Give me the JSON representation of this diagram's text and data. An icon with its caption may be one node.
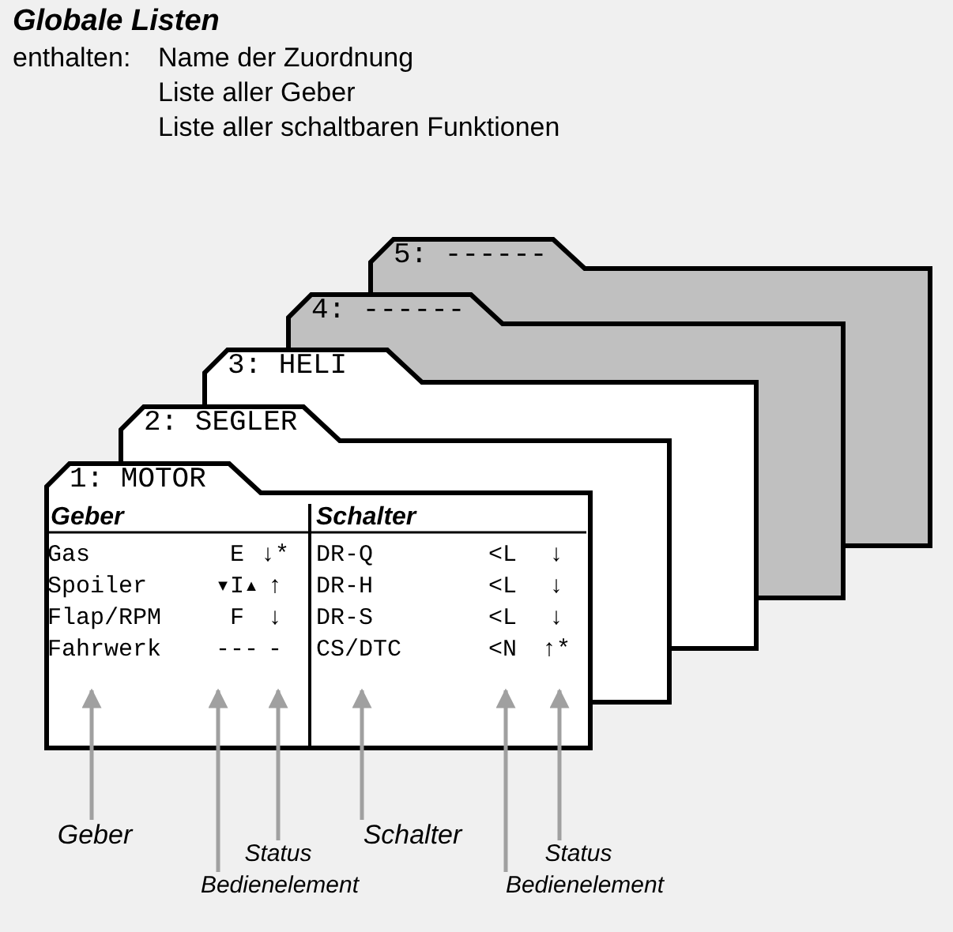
{
  "diagram": {
    "title": "Globale Listen",
    "nodes": [
      {
        "text": [
          "5: ------"
        ]
      },
      {
        "text": [
          "4: ------"
        ]
      },
      {
        "text": [
          "3: HELI"
        ]
      },
      {
        "text": [
          "2: SEGLER"
        ]
      },
      {
        "text": [
          "1: MOTOR"
        ]
      },
      {
        "text": [
          "Geber"
        ]
      },
      {
        "text": [
          "Status"
        ]
      },
      {
        "text": [
          "Bedienelement"
        ]
      },
      {
        "text": [
          "Schalter"
        ]
      },
      {
        "text": [
          "Status"
        ]
      },
      {
        "text": [
          "Bedienelement"
        ]
      }
    ],
    "edges": [
      {
        "from": 5,
        "to": 4,
        "arrow": "to"
      },
      {
        "from": 7,
        "to": 4,
        "arrow": "to"
      },
      {
        "from": 6,
        "to": 4,
        "arrow": "to"
      },
      {
        "from": 8,
        "to": 4,
        "arrow": "to"
      },
      {
        "from": 10,
        "to": 4,
        "arrow": "to"
      },
      {
        "from": 9,
        "to": 4,
        "arrow": "to"
      }
    ],
    "labels": [
      "enthalten:",
      "Name der Zuordnung",
      "Liste aller Geber",
      "Liste aller schaltbaren Funktionen",
      "Geber",
      "Schalter",
      "Gas",
      "E",
      "↓*",
      "DR-Q",
      "<L",
      "↓",
      "Spoiler",
      "▾I▴",
      "↑",
      "DR-H",
      "<L",
      "↓",
      "Flap/RPM",
      "F",
      "↓",
      "DR-S",
      "<L",
      "↓",
      "Fahrwerk",
      "---",
      "-",
      "CS/DTC",
      "<N",
      "↑*"
    ]
  }
}
